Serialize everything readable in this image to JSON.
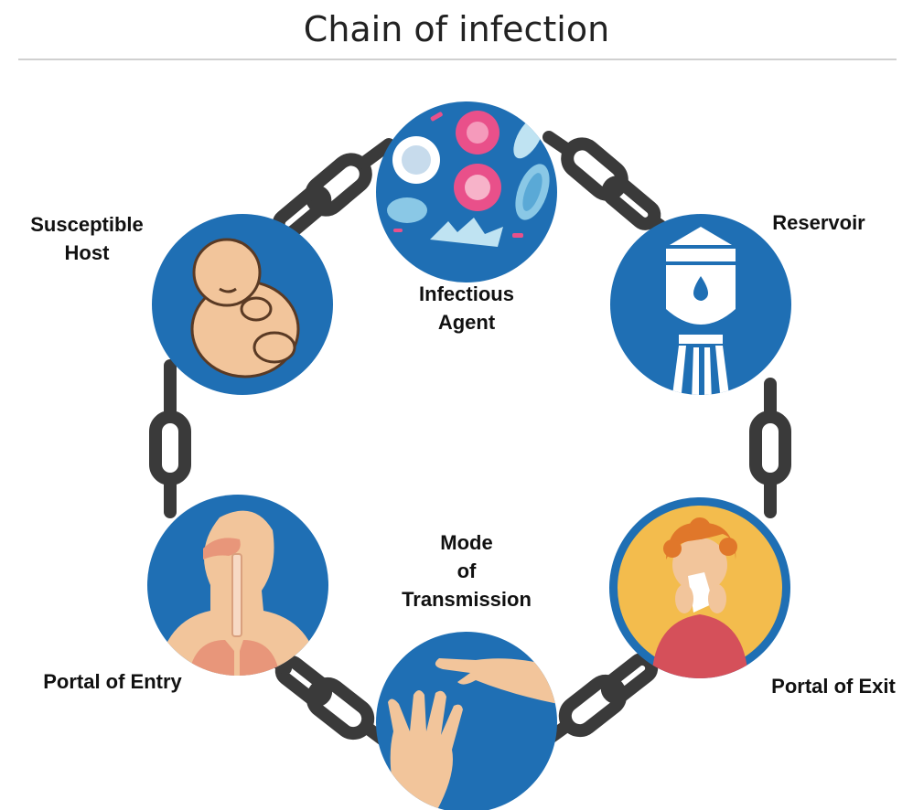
{
  "title": "Chain of infection",
  "nodes": {
    "infectious_agent": {
      "lines": [
        "Infectious",
        "Agent"
      ]
    },
    "reservoir": {
      "lines": [
        "Reservoir"
      ]
    },
    "portal_of_exit": {
      "lines": [
        "Portal of Exit"
      ]
    },
    "mode_of_transmission": {
      "lines": [
        "Mode",
        "of",
        "Transmission"
      ]
    },
    "portal_of_entry": {
      "lines": [
        "Portal of Entry"
      ]
    },
    "susceptible_host": {
      "lines": [
        "Susceptible",
        "Host"
      ]
    }
  },
  "colors": {
    "circle": "#1f6fb4",
    "chain": "#3a3a3a",
    "skin": "#f2c59b",
    "lung": "#e8967a",
    "yellow": "#f3bc4d",
    "sweater": "#d5505a",
    "hair": "#e0772a"
  }
}
